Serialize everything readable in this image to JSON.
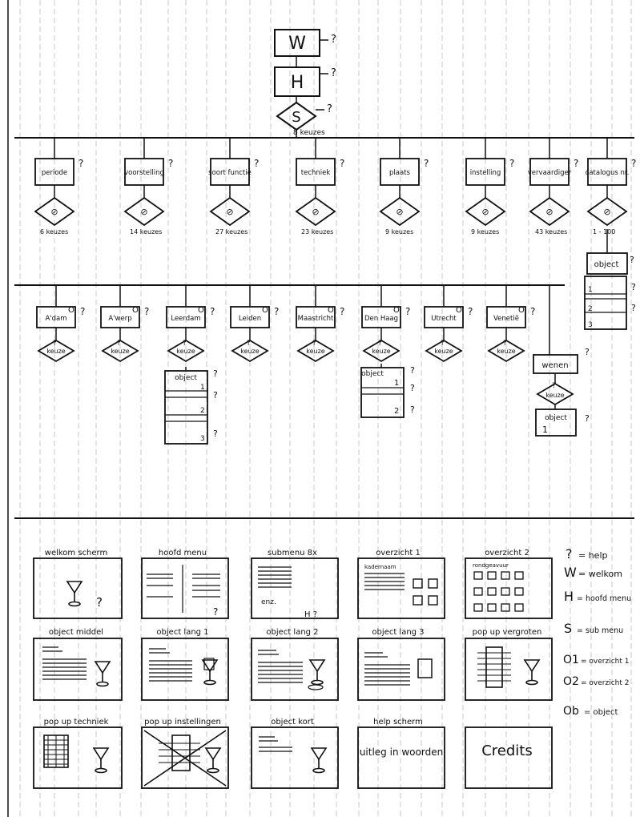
{
  "help_mark": "?",
  "top_nodes": {
    "w": "W",
    "h": "H",
    "s": "S",
    "s_count": "8  keuzes"
  },
  "categories": [
    {
      "label": "periode",
      "count": "6 keuzes"
    },
    {
      "label": "voorstelling",
      "count": "14 keuzes"
    },
    {
      "label": "soort functie",
      "count": "27 keuzes"
    },
    {
      "label": "techniek",
      "count": "23 keuzes"
    },
    {
      "label": "plaats",
      "count": "9 keuzes"
    },
    {
      "label": "instelling",
      "count": "9 keuzes"
    },
    {
      "label": "vervaardiger",
      "count": "43 keuzes"
    },
    {
      "label": "catalogus nr.",
      "count": "1 - 100"
    }
  ],
  "choice_glyph": "⊘",
  "catalog_object": {
    "label": "object",
    "items": [
      "1",
      "2",
      "3"
    ]
  },
  "places": [
    {
      "label": "A'dam"
    },
    {
      "label": "A'werp"
    },
    {
      "label": "Leerdam"
    },
    {
      "label": "Leiden"
    },
    {
      "label": "Maastricht"
    },
    {
      "label": "Den Haag"
    },
    {
      "label": "Utrecht"
    },
    {
      "label": "Venetië"
    }
  ],
  "place_marker": "O",
  "keuze_label": "keuze",
  "wenen": "wenen",
  "leerdam_object": {
    "label": "object",
    "items": [
      "1",
      "2",
      "3"
    ]
  },
  "denhaag_object": {
    "label": "object",
    "items": [
      "1",
      "2"
    ]
  },
  "wenen_object": {
    "label": "object",
    "items": [
      "1"
    ]
  },
  "screens": [
    {
      "title": "welkom scherm",
      "note": "?"
    },
    {
      "title": "hoofd menu",
      "note": "?"
    },
    {
      "title": "submenu 8x",
      "note": "enz.",
      "note2": "H ?"
    },
    {
      "title": "overzicht 1",
      "note": "kadernaam"
    },
    {
      "title": "overzicht 2",
      "note": "rondgeavuur"
    },
    {
      "title": "object middel"
    },
    {
      "title": "object lang 1"
    },
    {
      "title": "object lang 2"
    },
    {
      "title": "object lang 3"
    },
    {
      "title": "pop up vergroten"
    },
    {
      "title": "pop up techniek"
    },
    {
      "title": "pop up instellingen"
    },
    {
      "title": "object kort"
    },
    {
      "title": "help scherm",
      "note": "uitleg in woorden"
    },
    {
      "title": "",
      "note": "Credits"
    }
  ],
  "legend": [
    {
      "key": "?",
      "value": "= help"
    },
    {
      "key": "W",
      "value": "= welkom"
    },
    {
      "key": "H",
      "value": "= hoofd menu"
    },
    {
      "key": "S",
      "value": "= sub menu"
    },
    {
      "key": "O1",
      "value": "= overzicht 1"
    },
    {
      "key": "O2",
      "value": "= overzicht 2"
    },
    {
      "key": "Ob",
      "value": "= object"
    }
  ]
}
